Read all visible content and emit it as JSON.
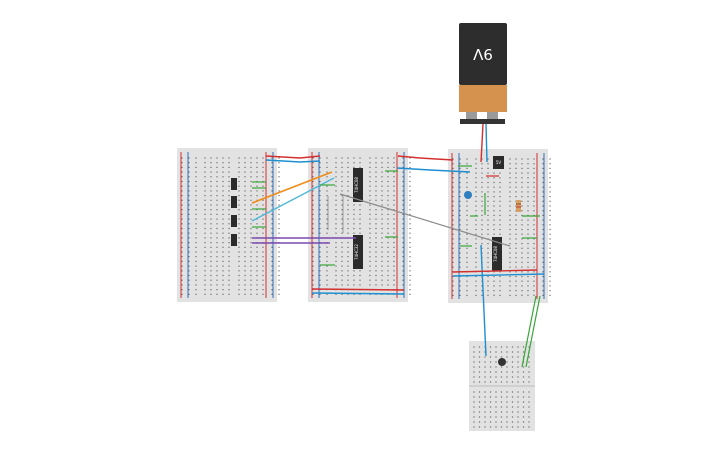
{
  "battery": {
    "label": "9V",
    "label_rotated": true
  },
  "ics": [
    {
      "id": "ic-1",
      "label": "74HC08"
    },
    {
      "id": "ic-2",
      "label": "74HC32"
    },
    {
      "id": "ic-3",
      "label": "74HC08"
    }
  ],
  "regulator": {
    "label": "5V"
  },
  "colors": {
    "board": "#e2e2e2",
    "rail_red": "#d03030",
    "rail_blue": "#3070c0",
    "hole": "#555555",
    "wire_red": "#d32f2f",
    "wire_blue": "#1f8fd0",
    "wire_green": "#3aa63a",
    "wire_orange": "#ef8c1a",
    "wire_lightblue": "#4fb8d8",
    "wire_purple": "#7b4bb0",
    "wire_gray": "#8a8a8a",
    "battery_body": "#2d2d2d",
    "battery_band": "#d5914e",
    "ic_body": "#2b2b2b"
  }
}
